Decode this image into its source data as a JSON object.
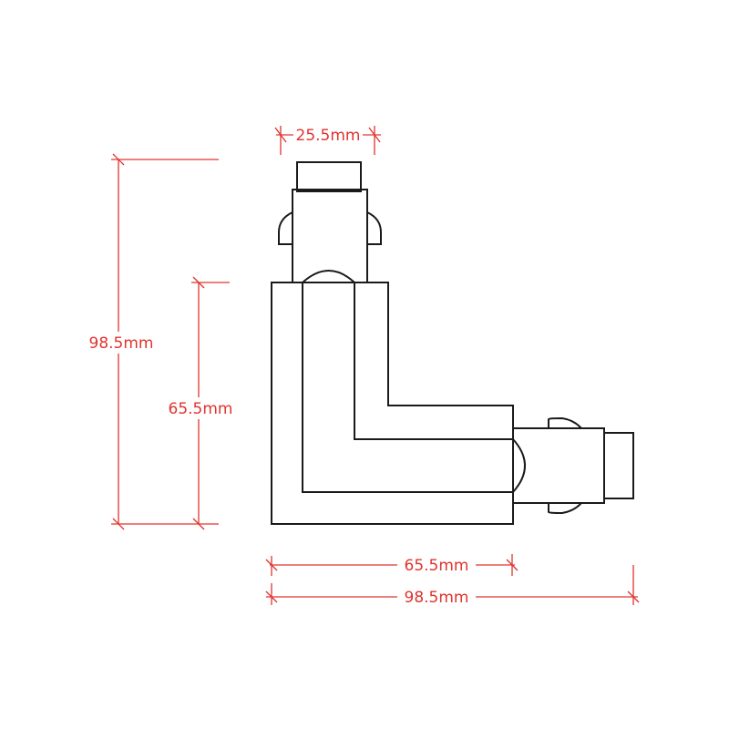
{
  "colors": {
    "outline": "#1a1a1a",
    "dimension": "#e0342f",
    "background": "#ffffff"
  },
  "dimensions": {
    "top_width": "25.5mm",
    "left_overall": "98.5mm",
    "left_inner": "65.5mm",
    "bottom_inner": "65.5mm",
    "bottom_overall": "98.5mm"
  }
}
